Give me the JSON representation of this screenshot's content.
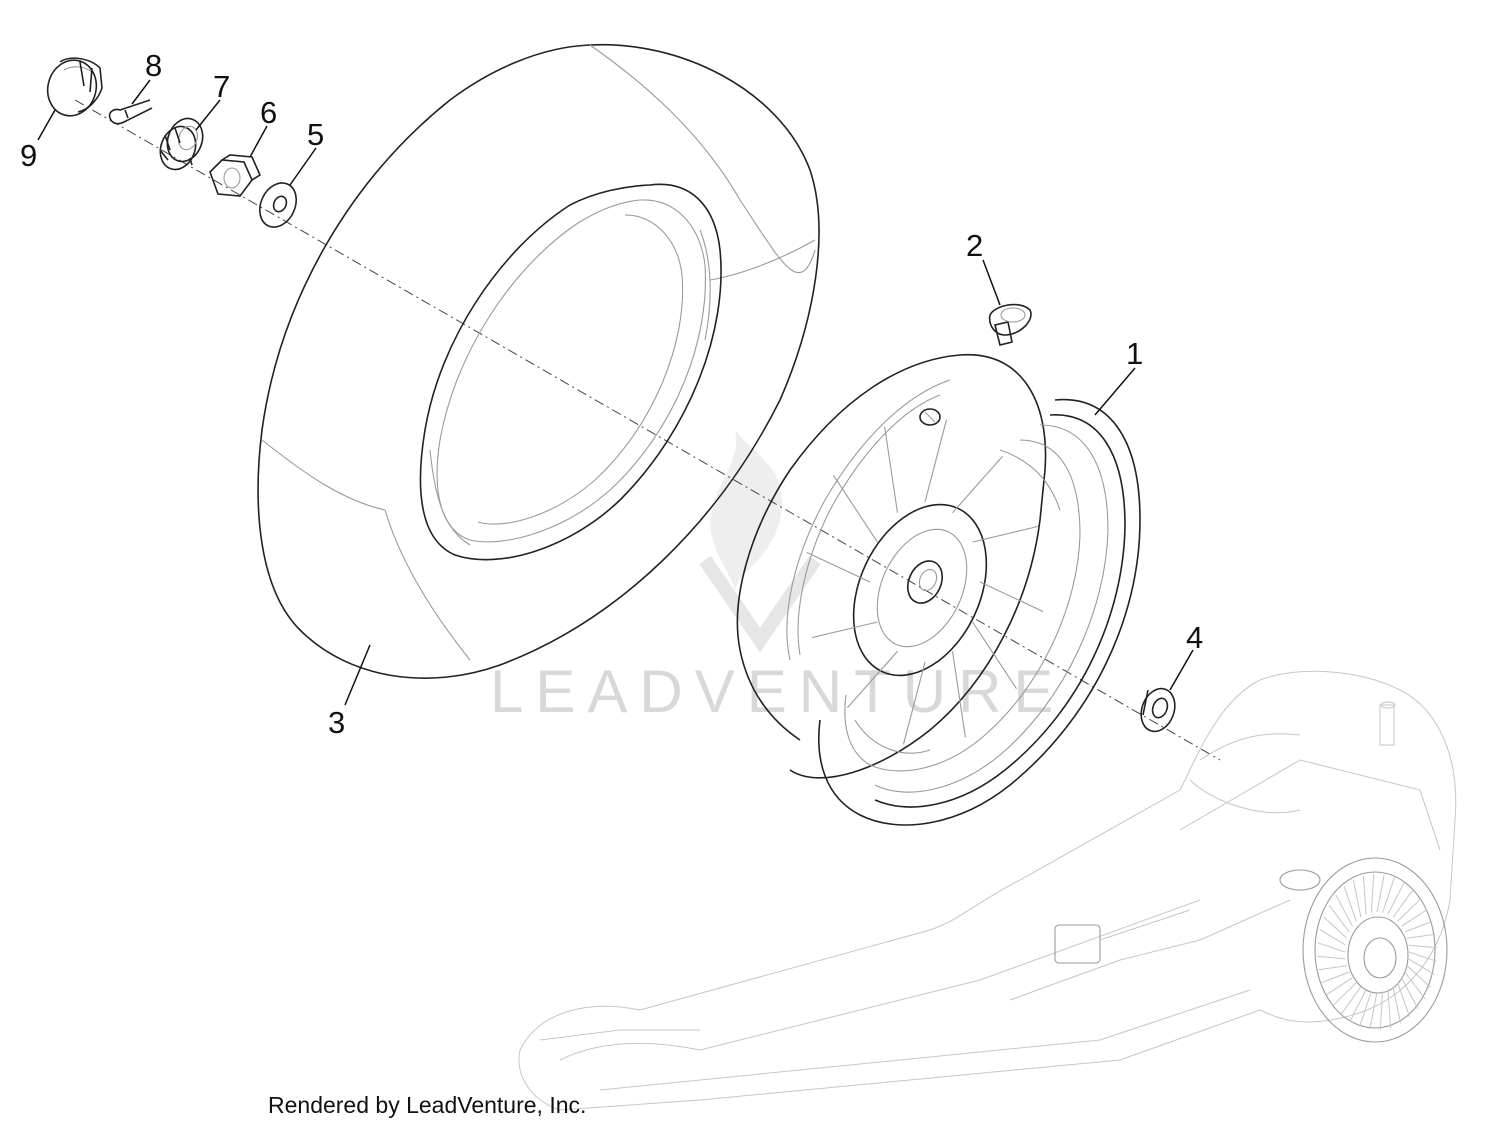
{
  "watermark_text": "LEADVENTURE",
  "footer_text": "Rendered by LeadVenture, Inc.",
  "callouts": [
    {
      "id": "1",
      "label": "1"
    },
    {
      "id": "2",
      "label": "2"
    },
    {
      "id": "3",
      "label": "3"
    },
    {
      "id": "4",
      "label": "4"
    },
    {
      "id": "5",
      "label": "5"
    },
    {
      "id": "6",
      "label": "6"
    },
    {
      "id": "7",
      "label": "7"
    },
    {
      "id": "8",
      "label": "8"
    },
    {
      "id": "9",
      "label": "9"
    }
  ]
}
